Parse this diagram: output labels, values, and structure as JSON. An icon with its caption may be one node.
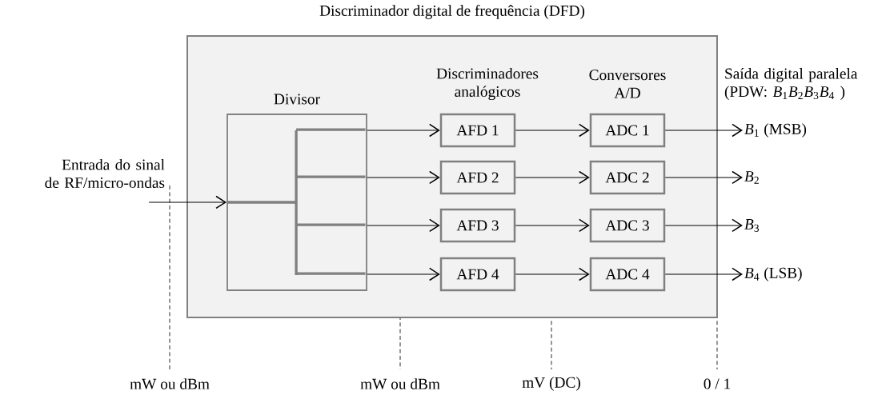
{
  "diagram": {
    "nodes": [
      {
        "text": [
          "Discriminador digital de frequência (DFD)"
        ]
      },
      {
        "text": [
          "Divisor"
        ],
        "in": 0
      },
      {
        "text": [
          "AFD 1"
        ],
        "in": 0
      },
      {
        "text": [
          "AFD 2"
        ],
        "in": 0
      },
      {
        "text": [
          "AFD 3"
        ],
        "in": 0
      },
      {
        "text": [
          "AFD 4"
        ],
        "in": 0
      },
      {
        "text": [
          "ADC 1"
        ],
        "in": 0
      },
      {
        "text": [
          "ADC 2"
        ],
        "in": 0
      },
      {
        "text": [
          "ADC 3"
        ],
        "in": 0
      },
      {
        "text": [
          "ADC 4"
        ],
        "in": 0
      },
      {
        "text": [
          "*B*$_{1}$ (MSB)"
        ]
      },
      {
        "text": [
          "*B*$_{2}$"
        ]
      },
      {
        "text": [
          "*B*$_{3}$"
        ]
      },
      {
        "text": [
          "*B*$_{4}$ (LSB)"
        ]
      }
    ],
    "edges": [
      {
        "from": null,
        "to": 1,
        "arrow": "to"
      },
      {
        "from": 1,
        "to": 2,
        "arrow": "to"
      },
      {
        "from": 1,
        "to": 3,
        "arrow": "to"
      },
      {
        "from": 1,
        "to": 4,
        "arrow": "to"
      },
      {
        "from": 1,
        "to": 5,
        "arrow": "to"
      },
      {
        "from": 2,
        "to": 6,
        "arrow": "to"
      },
      {
        "from": 3,
        "to": 7,
        "arrow": "to"
      },
      {
        "from": 4,
        "to": 8,
        "arrow": "to"
      },
      {
        "from": 5,
        "to": 9,
        "arrow": "to"
      },
      {
        "from": 6,
        "to": 10,
        "arrow": "to"
      },
      {
        "from": 7,
        "to": 11,
        "arrow": "to"
      },
      {
        "from": 8,
        "to": 12,
        "arrow": "to"
      },
      {
        "from": 9,
        "to": 13,
        "arrow": "to"
      }
    ],
    "labels": [
      "Discriminadores analógicos",
      "Conversores A/D",
      "Saída digital paralela (PDW: *B*$_{1}$*B*$_{2}$*B*$_{3}$*B*$_{4}$ )",
      "Entrada do sinal de RF/micro-ondas",
      "mW ou dBm",
      "mW ou dBm",
      "mV (DC)",
      "0 / 1"
    ]
  }
}
